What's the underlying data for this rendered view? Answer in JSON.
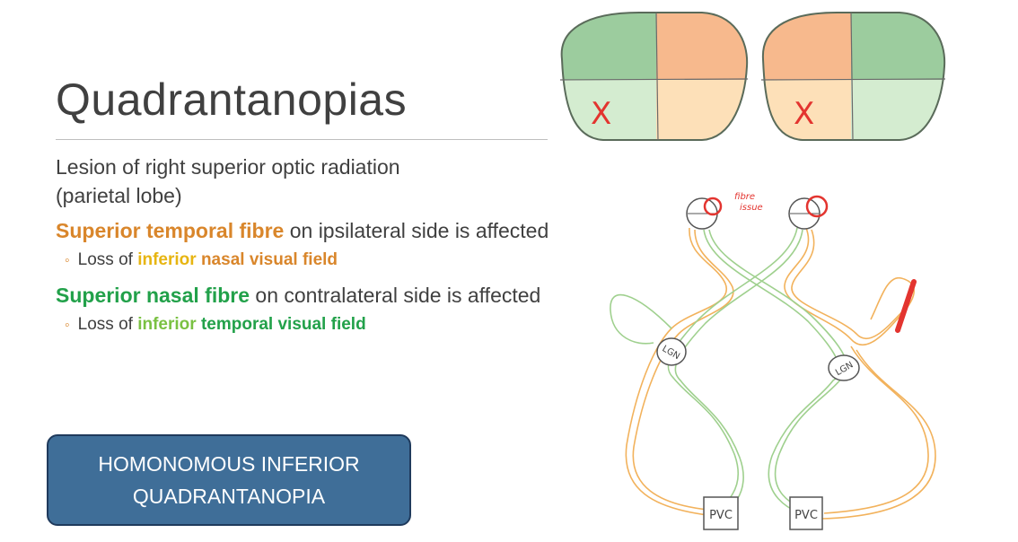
{
  "slide": {
    "title": "Quadrantanopias",
    "lesion_line1": "Lesion of right superior optic radiation",
    "lesion_line2": "(parietal lobe)",
    "point1": {
      "highlight": "Superior temporal fibre",
      "rest": " on ipsilateral side is affected",
      "sub_prefix": "Loss of ",
      "sub_highlight1": "inferior",
      "sub_highlight2": " nasal visual field"
    },
    "point2": {
      "highlight": "Superior nasal fibre",
      "rest": " on contralateral side is affected",
      "sub_prefix": "Loss of ",
      "sub_highlight1": "inferior",
      "sub_highlight2": " temporal visual field"
    },
    "callout_line1": "HOMONOMOUS INFERIOR",
    "callout_line2": "QUADRANTANOPIA",
    "bullet_glyph": "◦"
  },
  "visual_fields": {
    "left_eye_mark": "X",
    "right_eye_mark": "X",
    "colors": {
      "temporal_superior_green": "#9ccc9e",
      "temporal_inferior_green": "#d4ecd0",
      "nasal_superior_orange": "#f7b98d",
      "nasal_inferior_orange": "#fde0b8",
      "mark_red": "#e3342f"
    }
  },
  "pathway_diagram": {
    "annotation_line1": "fibre",
    "annotation_line2": "issue",
    "lgn_left": "LGN",
    "lgn_right": "LGN",
    "pvc_left": "PVC",
    "pvc_right": "PVC",
    "colors": {
      "orange_fibre": "#f2b25c",
      "green_fibre": "#9fd08e",
      "red_marks": "#e3342f"
    }
  }
}
